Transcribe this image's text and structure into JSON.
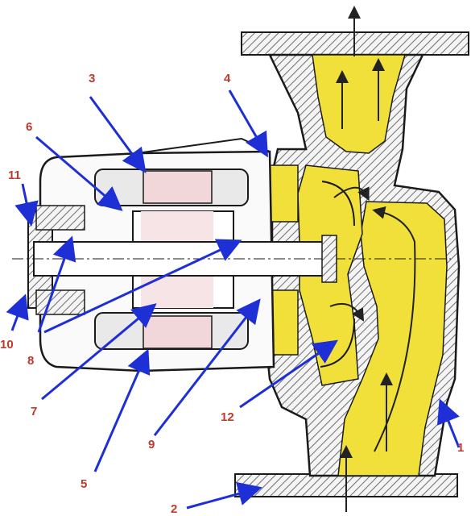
{
  "diagram": {
    "callouts": [
      {
        "id": "1",
        "label": "1"
      },
      {
        "id": "2",
        "label": "2"
      },
      {
        "id": "3",
        "label": "3"
      },
      {
        "id": "4",
        "label": "4"
      },
      {
        "id": "5",
        "label": "5"
      },
      {
        "id": "6",
        "label": "6"
      },
      {
        "id": "7",
        "label": "7"
      },
      {
        "id": "8",
        "label": "8"
      },
      {
        "id": "9",
        "label": "9"
      },
      {
        "id": "10",
        "label": "10"
      },
      {
        "id": "11",
        "label": "11"
      },
      {
        "id": "12",
        "label": "12"
      }
    ],
    "colors": {
      "fluid": "#f1e03a",
      "housing_hatch": "#8a8a8a",
      "line": "#1a1a1a",
      "arrow": "#1f2fd6",
      "label": "#c0392b",
      "motor_fill": "#f2d7da"
    }
  }
}
